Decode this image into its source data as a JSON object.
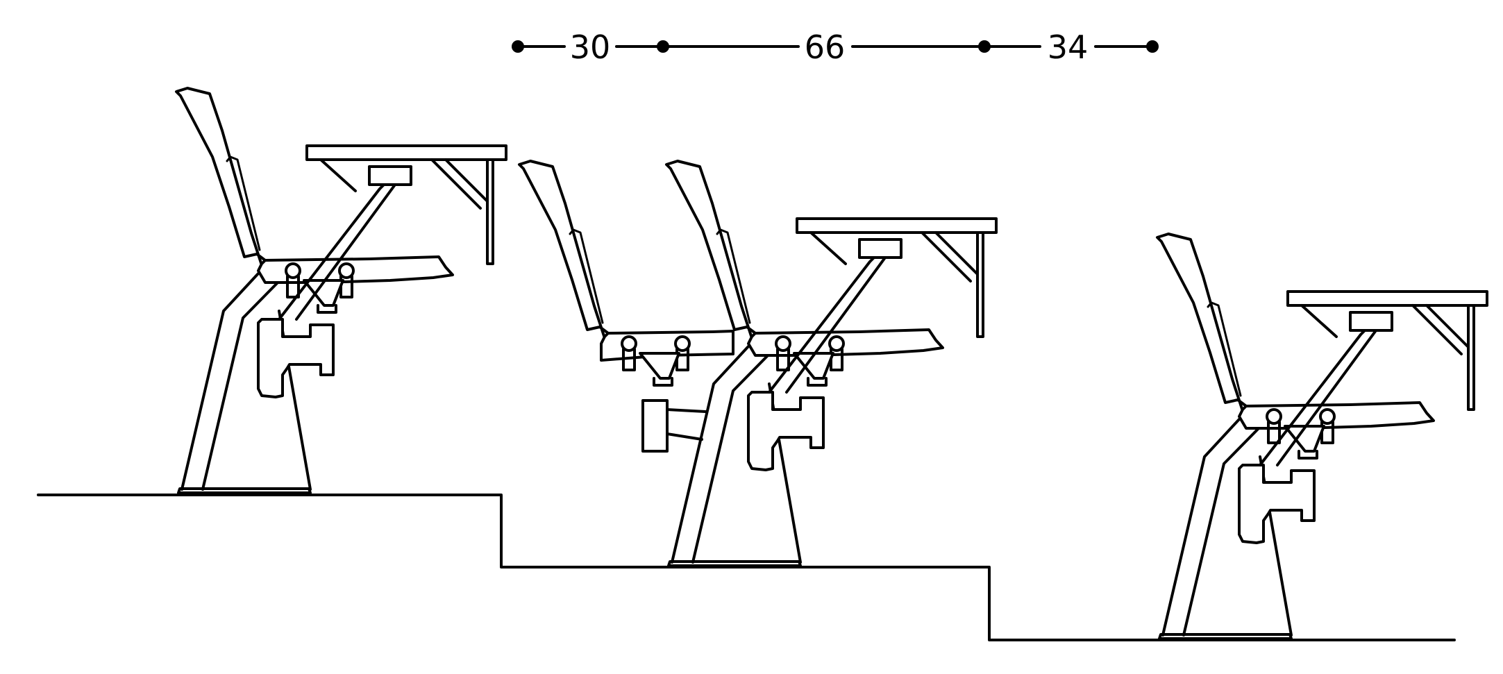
{
  "dimensions": {
    "segments": [
      {
        "label": "30"
      },
      {
        "label": "66"
      },
      {
        "label": "34"
      }
    ]
  },
  "colors": {
    "line": "#000000",
    "background": "#ffffff"
  }
}
